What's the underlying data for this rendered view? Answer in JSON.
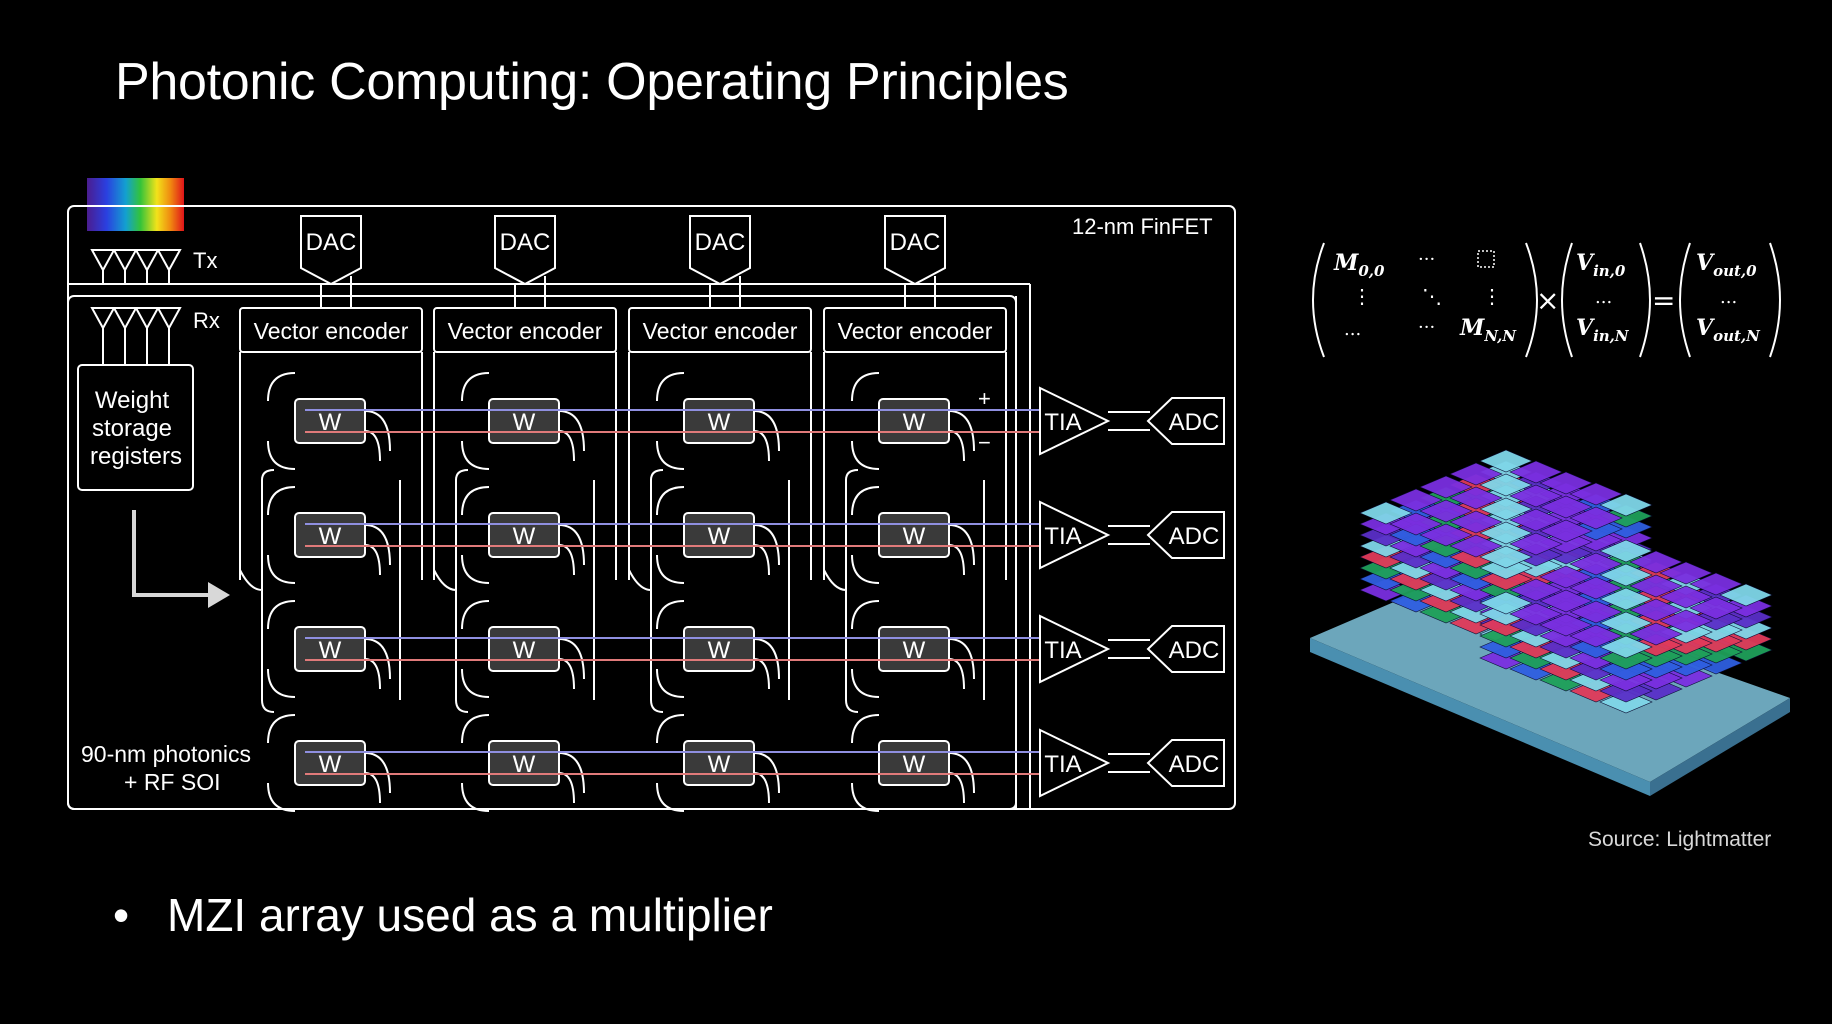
{
  "slide": {
    "title": "Photonic Computing: Operating Principles",
    "bullet_symbol": "•",
    "bullet_text": "MZI array used as a multiplier",
    "source": "Source: Lightmatter"
  },
  "diagram": {
    "process_top": "12-nm FinFET",
    "process_bottom_line1": "90-nm photonics",
    "process_bottom_line2": "+ RF SOI",
    "tx": "Tx",
    "rx": "Rx",
    "weight_line1": "Weight",
    "weight_line2": "storage",
    "weight_line3": "registers",
    "dac": "DAC",
    "vector_encoder": "Vector encoder",
    "w": "W",
    "tia": "TIA",
    "adc": "ADC",
    "plus": "+",
    "minus": "−",
    "columns": 4,
    "rows": 4
  },
  "equation": {
    "m00": "M",
    "m00_sub": "0,0",
    "mnn": "M",
    "mnn_sub": "N,N",
    "vin0": "V",
    "vin0_sub": "in,0",
    "vinn": "V",
    "vinn_sub": "in,N",
    "vout0": "V",
    "vout0_sub": "out,0",
    "voutn": "V",
    "voutn_sub": "out,N",
    "hdots": "···",
    "vdots": "⋮",
    "ddots": "⋱",
    "ellipsis": "...",
    "times": "×",
    "equals": "="
  },
  "colors": {
    "background": "#000000",
    "line": "#ffffff",
    "w_block": "#3a3a3a",
    "signal_blue": "#8f8fe0",
    "signal_red": "#e07a7a",
    "chip_purple": "#7a2fe0",
    "chip_blue": "#2f5fe0",
    "chip_cyan": "#7fd6e8"
  }
}
